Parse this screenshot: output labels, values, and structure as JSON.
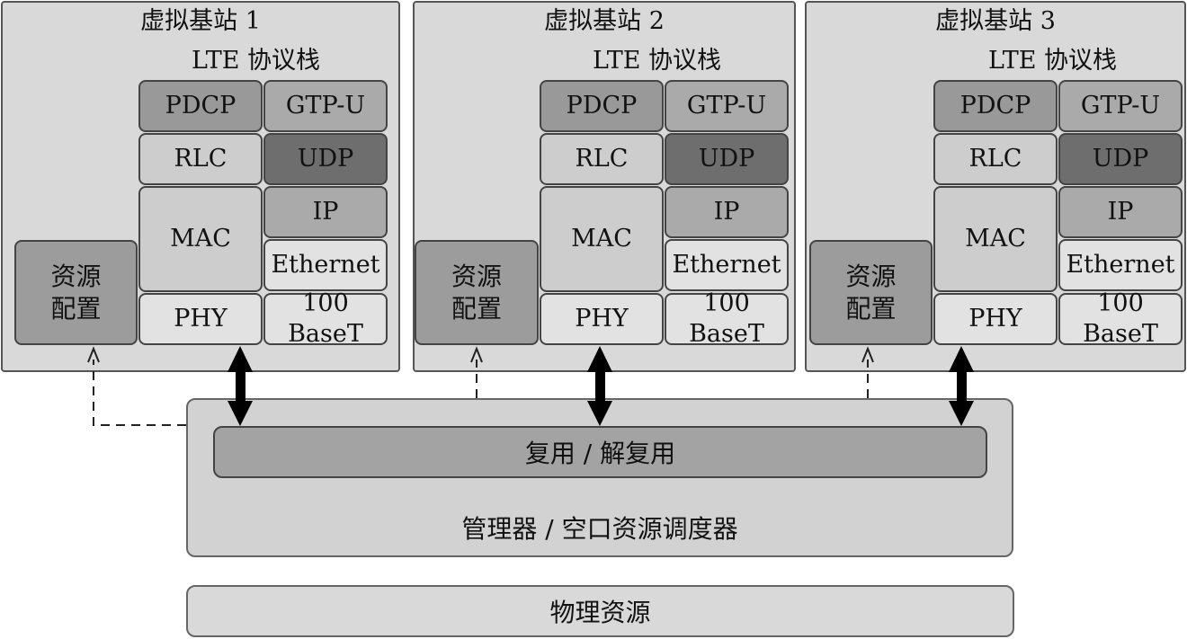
{
  "stations": [
    {
      "title": "虚拟基站 1",
      "stack_title": "LTE 协议栈",
      "left_column": [
        "PDCP",
        "RLC",
        "MAC",
        "PHY"
      ],
      "right_column": [
        "GTP-U",
        "UDP",
        "IP",
        "Ethernet",
        "100 BaseT"
      ],
      "resource_config": [
        "资源",
        "配置"
      ]
    },
    {
      "title": "虚拟基站 2",
      "stack_title": "LTE 协议栈",
      "left_column": [
        "PDCP",
        "RLC",
        "MAC",
        "PHY"
      ],
      "right_column": [
        "GTP-U",
        "UDP",
        "IP",
        "Ethernet",
        "100 BaseT"
      ],
      "resource_config": [
        "资源",
        "配置"
      ]
    },
    {
      "title": "虚拟基站 3",
      "stack_title": "LTE 协议栈",
      "left_column": [
        "PDCP",
        "RLC",
        "MAC",
        "PHY"
      ],
      "right_column": [
        "GTP-U",
        "UDP",
        "IP",
        "Ethernet",
        "100 BaseT"
      ],
      "resource_config": [
        "资源",
        "配置"
      ]
    }
  ],
  "multiplexer_label": "复用 / 解复用",
  "manager_label": "管理器 / 空口资源调度器",
  "physical_resources_label": "物理资源"
}
